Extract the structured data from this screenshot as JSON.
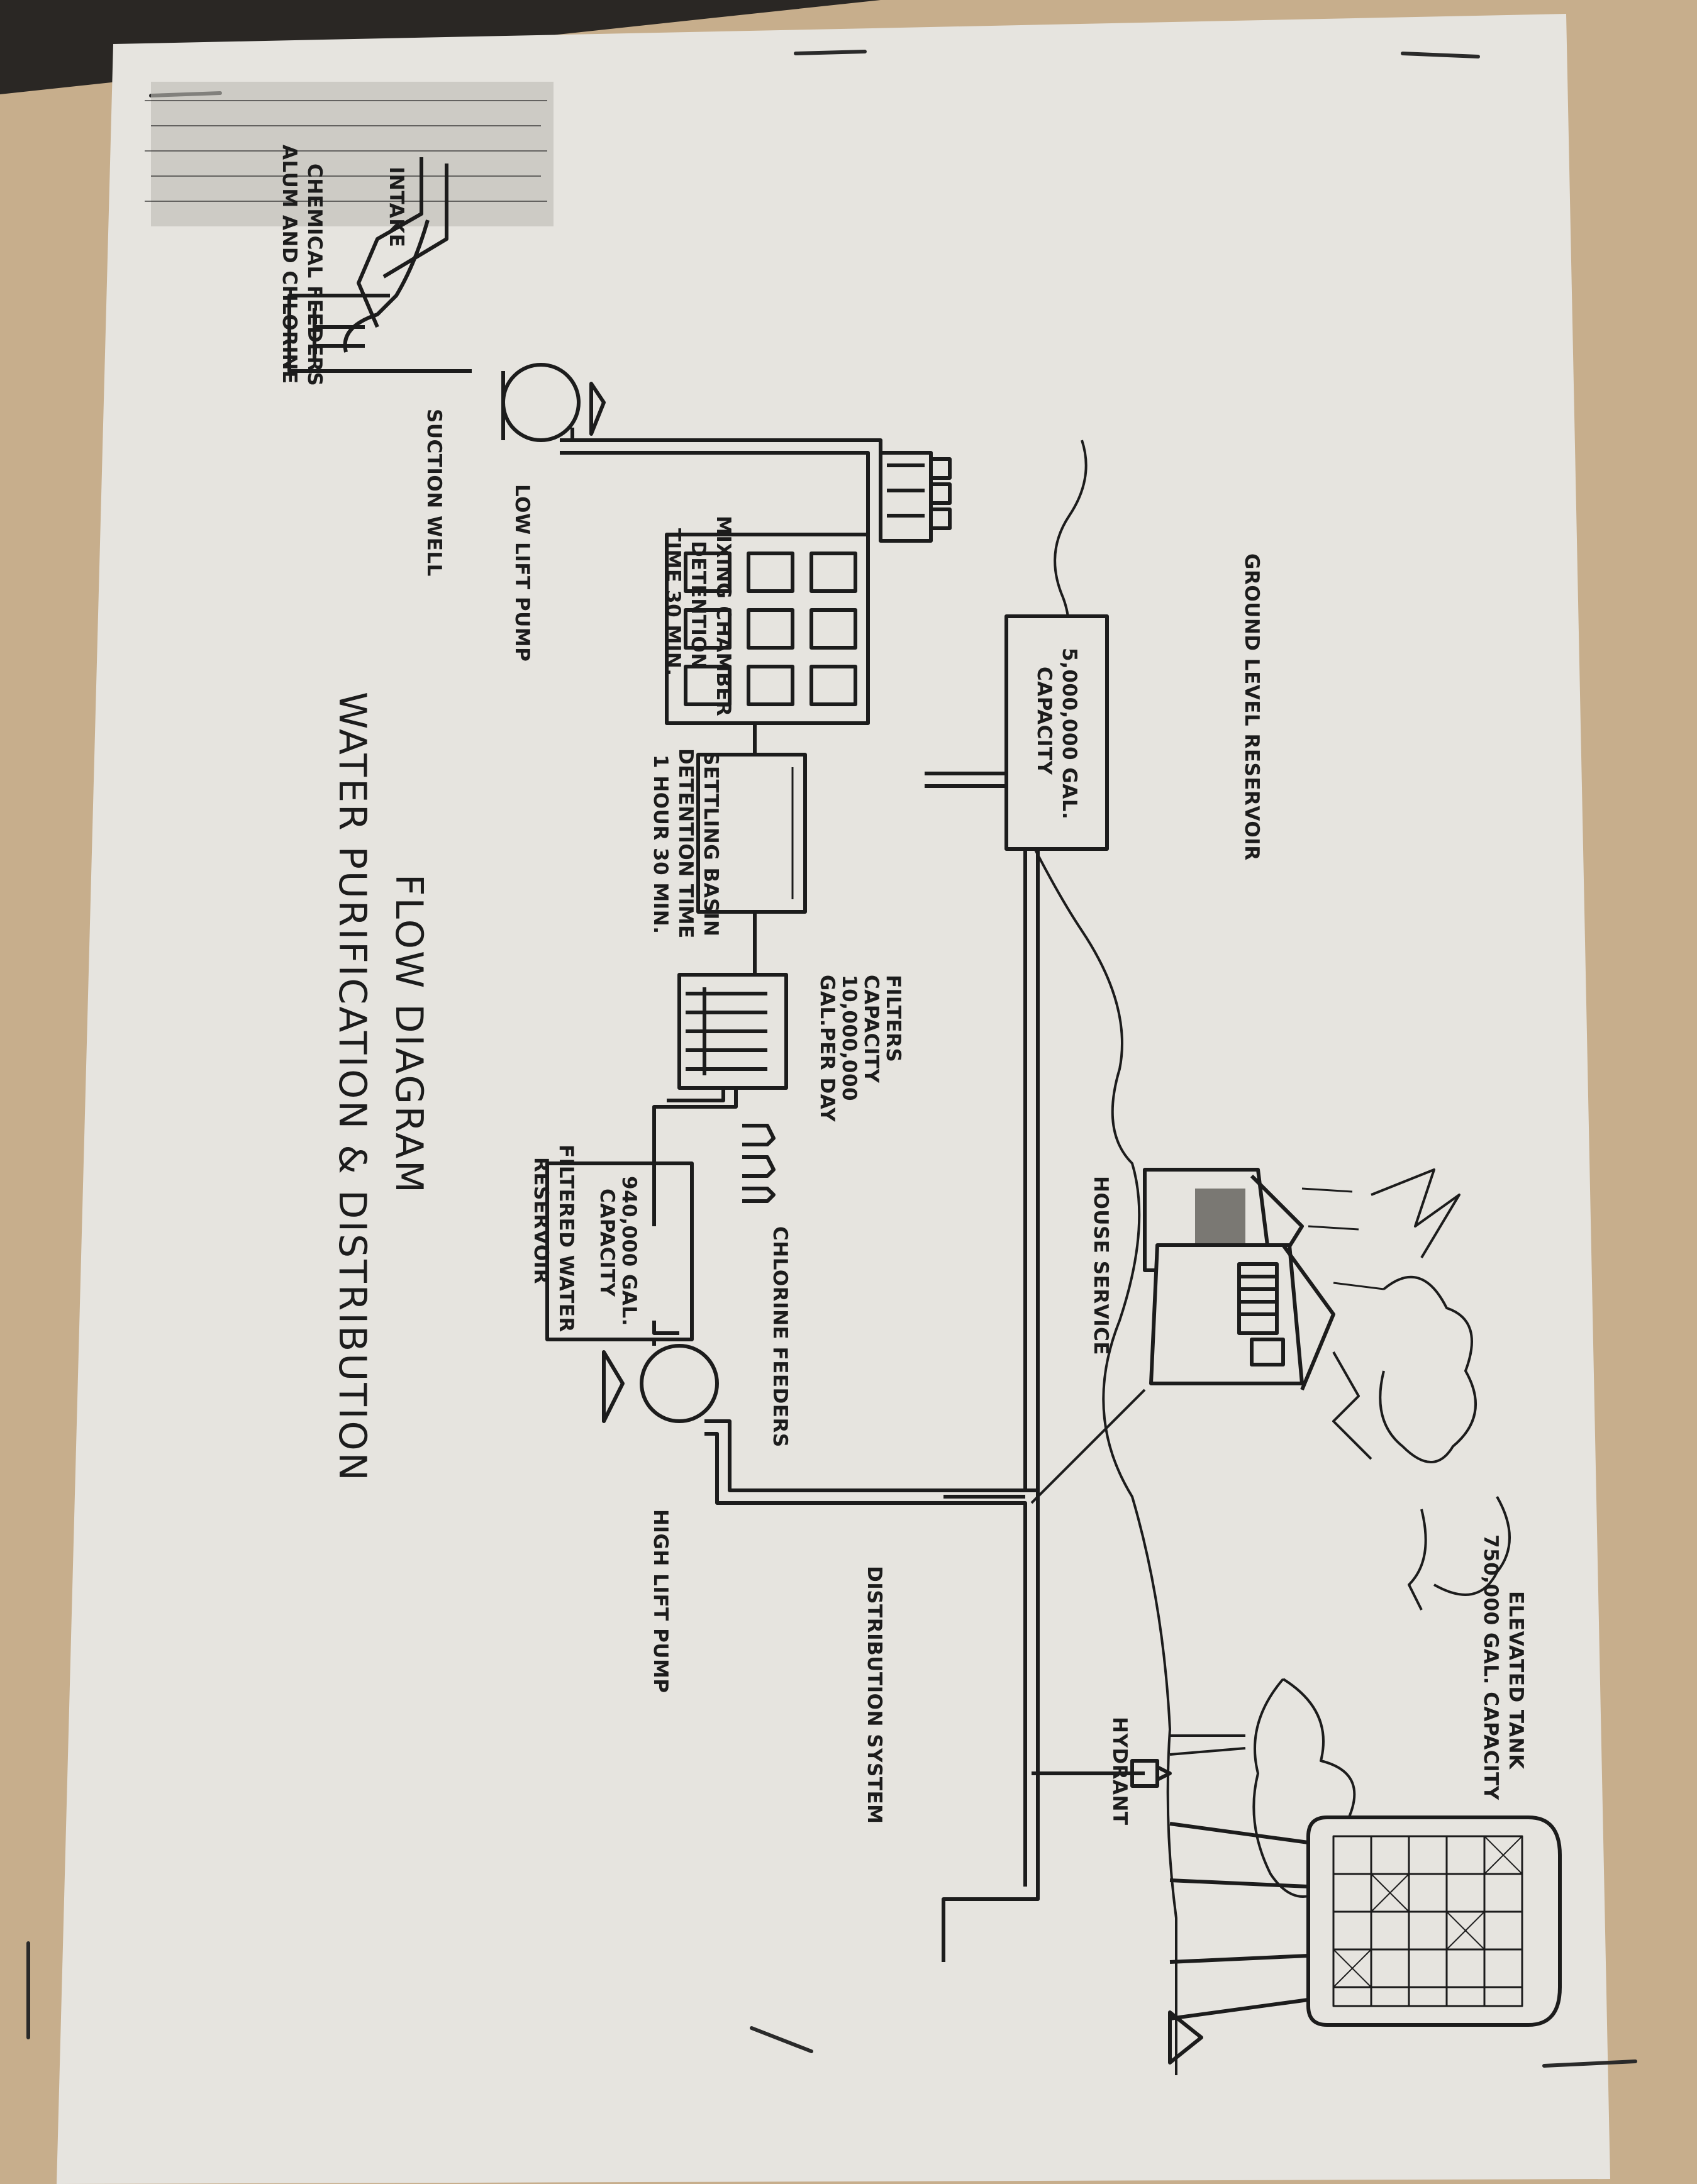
{
  "diagram": {
    "title": "FLOW DIAGRAM",
    "subtitle": "WATER PURIFICATION & DISTRIBUTION",
    "labels": {
      "intake": "INTAKE",
      "chemical_feeders_1": "CHEMICAL FEEDERS",
      "chemical_feeders_2": "ALUM AND CHLORINE",
      "suction_well": "SUCTION WELL",
      "low_lift_pump": "LOW LIFT PUMP",
      "mixing_chamber_1": "MIXING CHAMBER",
      "mixing_chamber_2": "DETENTION",
      "mixing_chamber_3": "TIME 30 MIN.",
      "settling_basin_1": "SETTLING BASIN",
      "settling_basin_2": "DETENTION TIME",
      "settling_basin_3": "1 HOUR 30 MIN.",
      "filters_1": "FILTERS",
      "filters_2": "CAPACITY",
      "filters_3": "10,000,000",
      "filters_4": "GAL.PER DAY",
      "chlorine_feeders": "CHLORINE FEEDERS",
      "filtered_reservoir_1": "FILTERED WATER",
      "filtered_reservoir_2": "RESERVOIR",
      "filtered_capacity_1": "940,000 GAL.",
      "filtered_capacity_2": "CAPACITY",
      "high_lift_pump": "HIGH LIFT PUMP",
      "distribution_system": "DISTRIBUTION  SYSTEM",
      "ground_reservoir": "GROUND LEVEL RESERVOIR",
      "ground_capacity_1": "5,000,000 GAL.",
      "ground_capacity_2": "CAPACITY",
      "house_service": "HOUSE SERVICE",
      "hydrant": "HYDRANT",
      "elevated_tank_1": "ELEVATED TANK",
      "elevated_tank_2": "750,000 GAL. CAPACITY"
    }
  },
  "colors": {
    "paper": "#e7e5e0",
    "ink": "#1c1c1c",
    "folder": "#c9b08e"
  }
}
